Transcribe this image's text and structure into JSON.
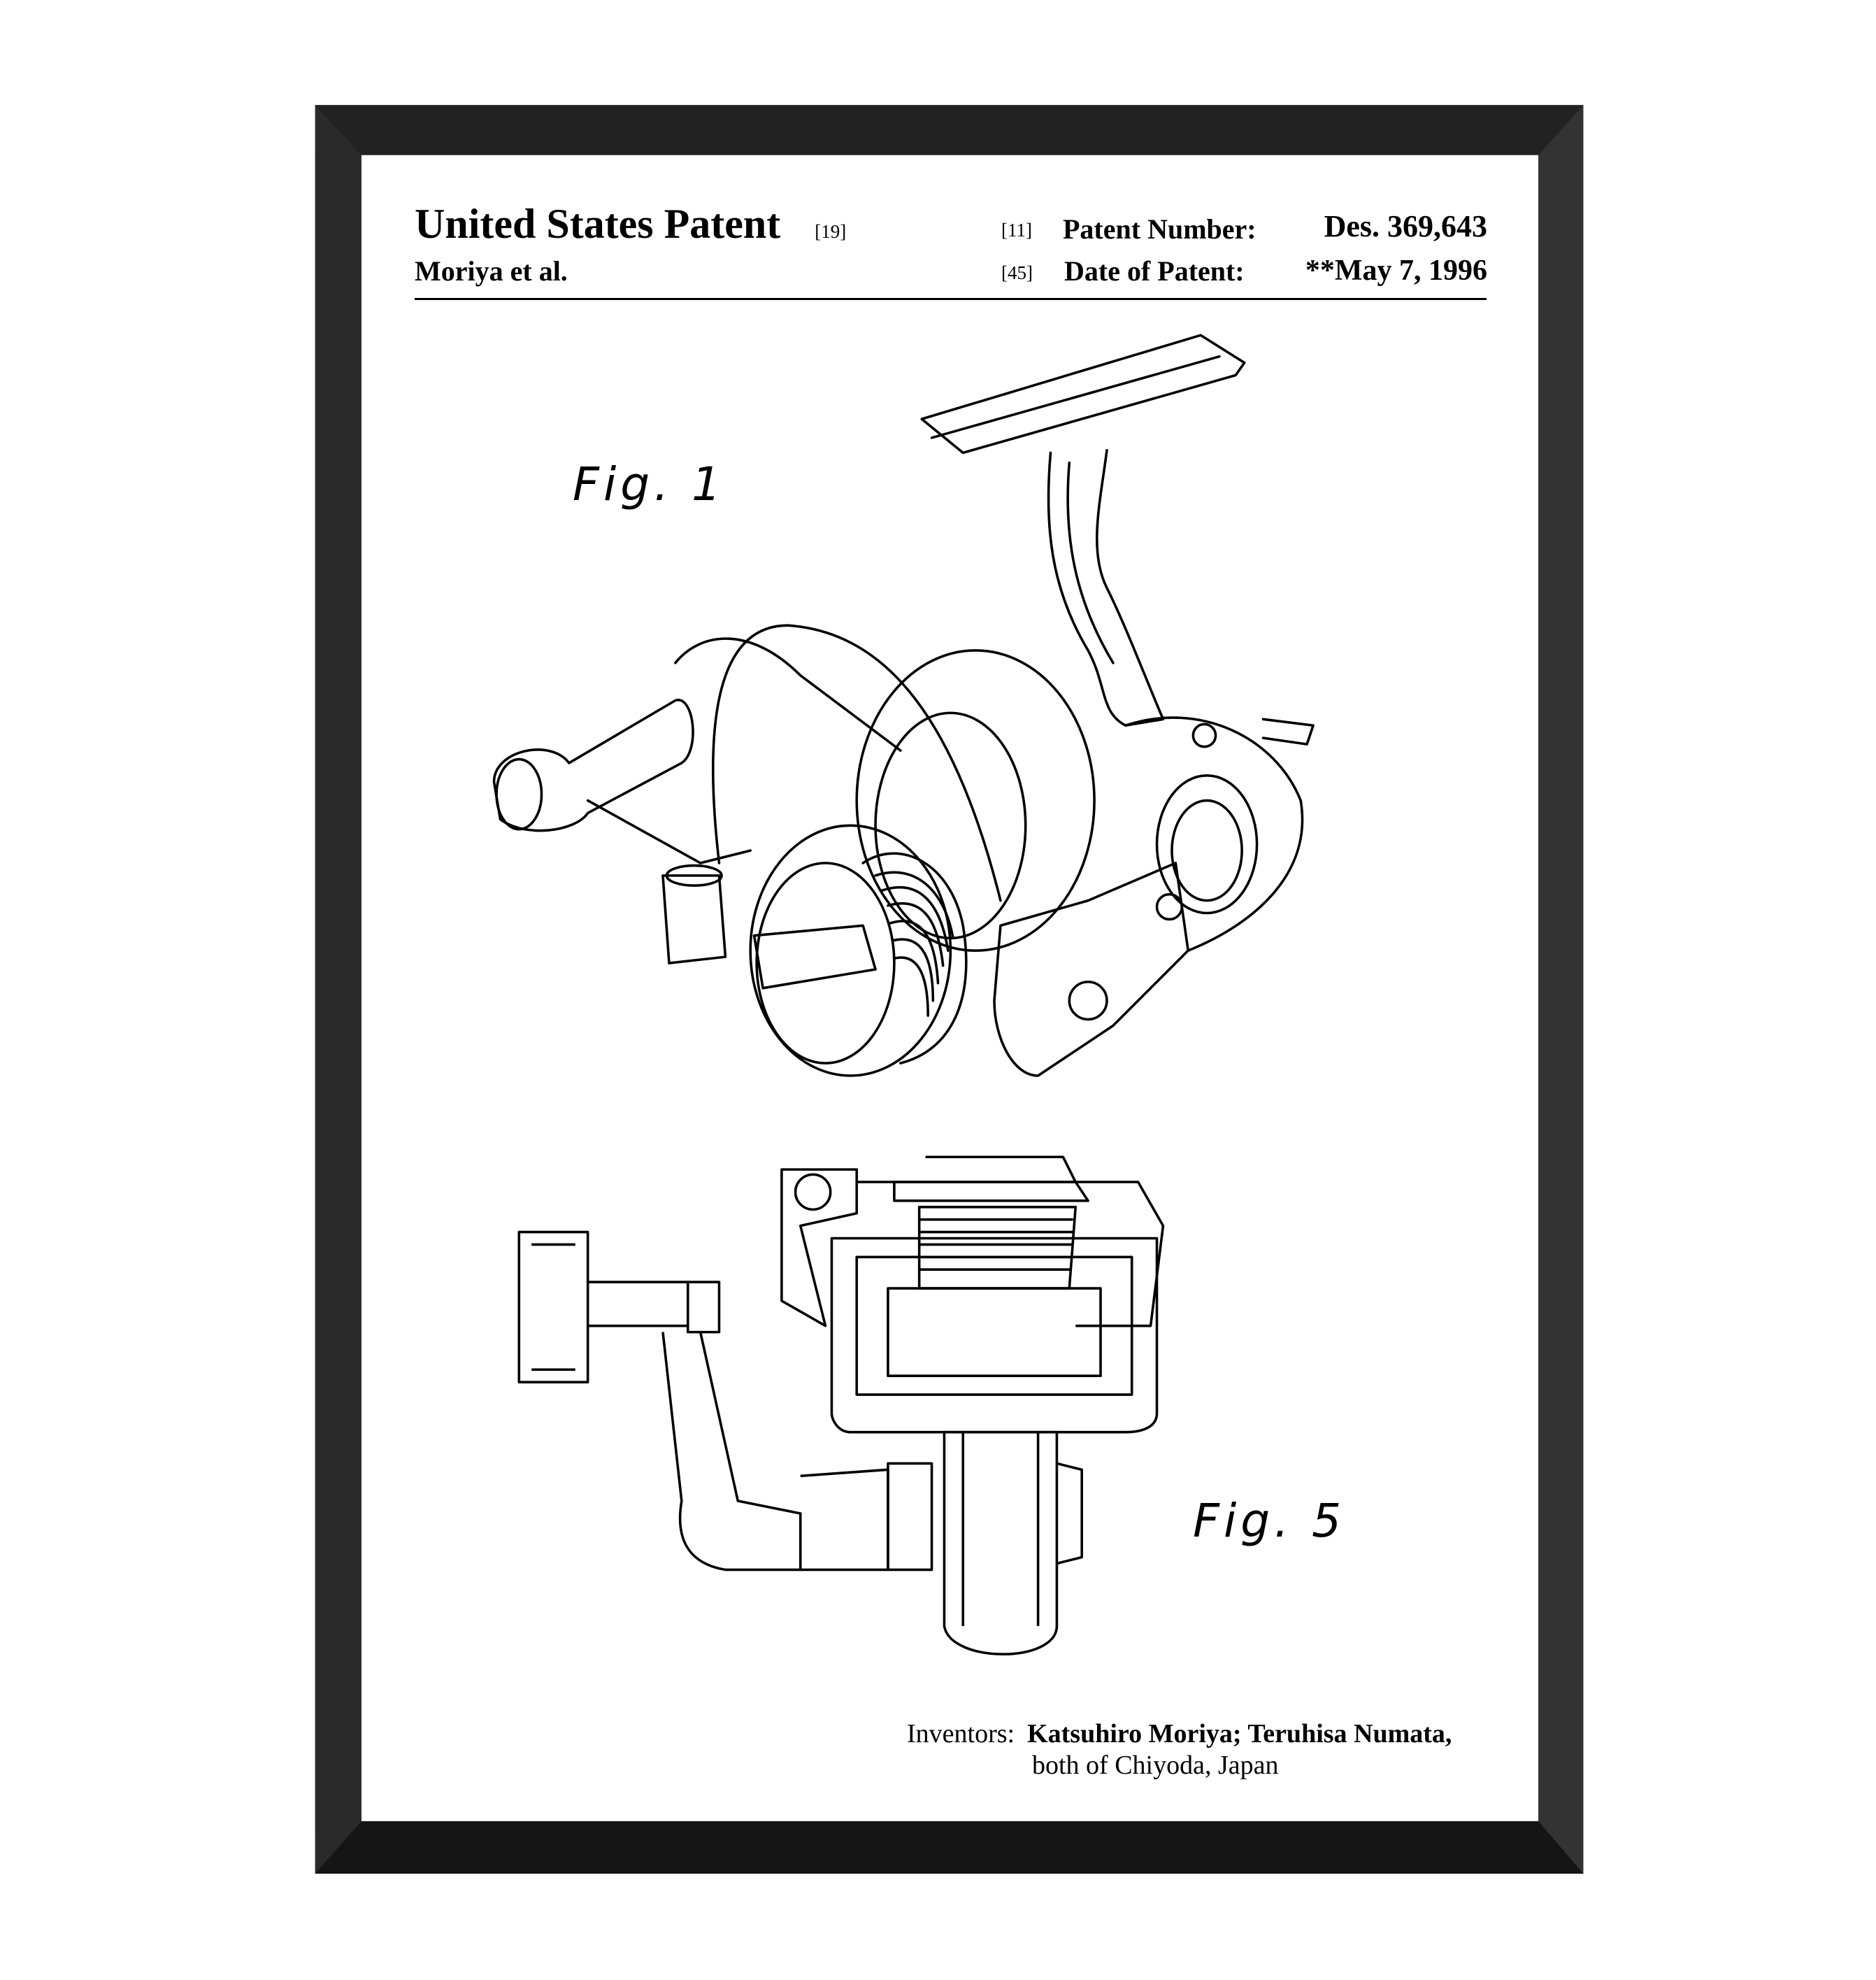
{
  "patent": {
    "title": "United States Patent",
    "title_ref": "[19]",
    "assignee_line": "Moriya et al.",
    "number_ref": "[11]",
    "number_label": "Patent Number:",
    "number_value": "Des. 369,643",
    "date_ref": "[45]",
    "date_label": "Date of Patent:",
    "date_value": "**May 7, 1996"
  },
  "figures": {
    "fig1": "Fig. 1",
    "fig5": "Fig. 5"
  },
  "inventors": {
    "label": "Inventors:",
    "names": "Katsuhiro Moriya; Teruhisa Numata,",
    "location": "both of Chiyoda, Japan"
  },
  "colors": {
    "frame": "#1a1a1a",
    "paper": "#ffffff",
    "ink": "#000000"
  }
}
